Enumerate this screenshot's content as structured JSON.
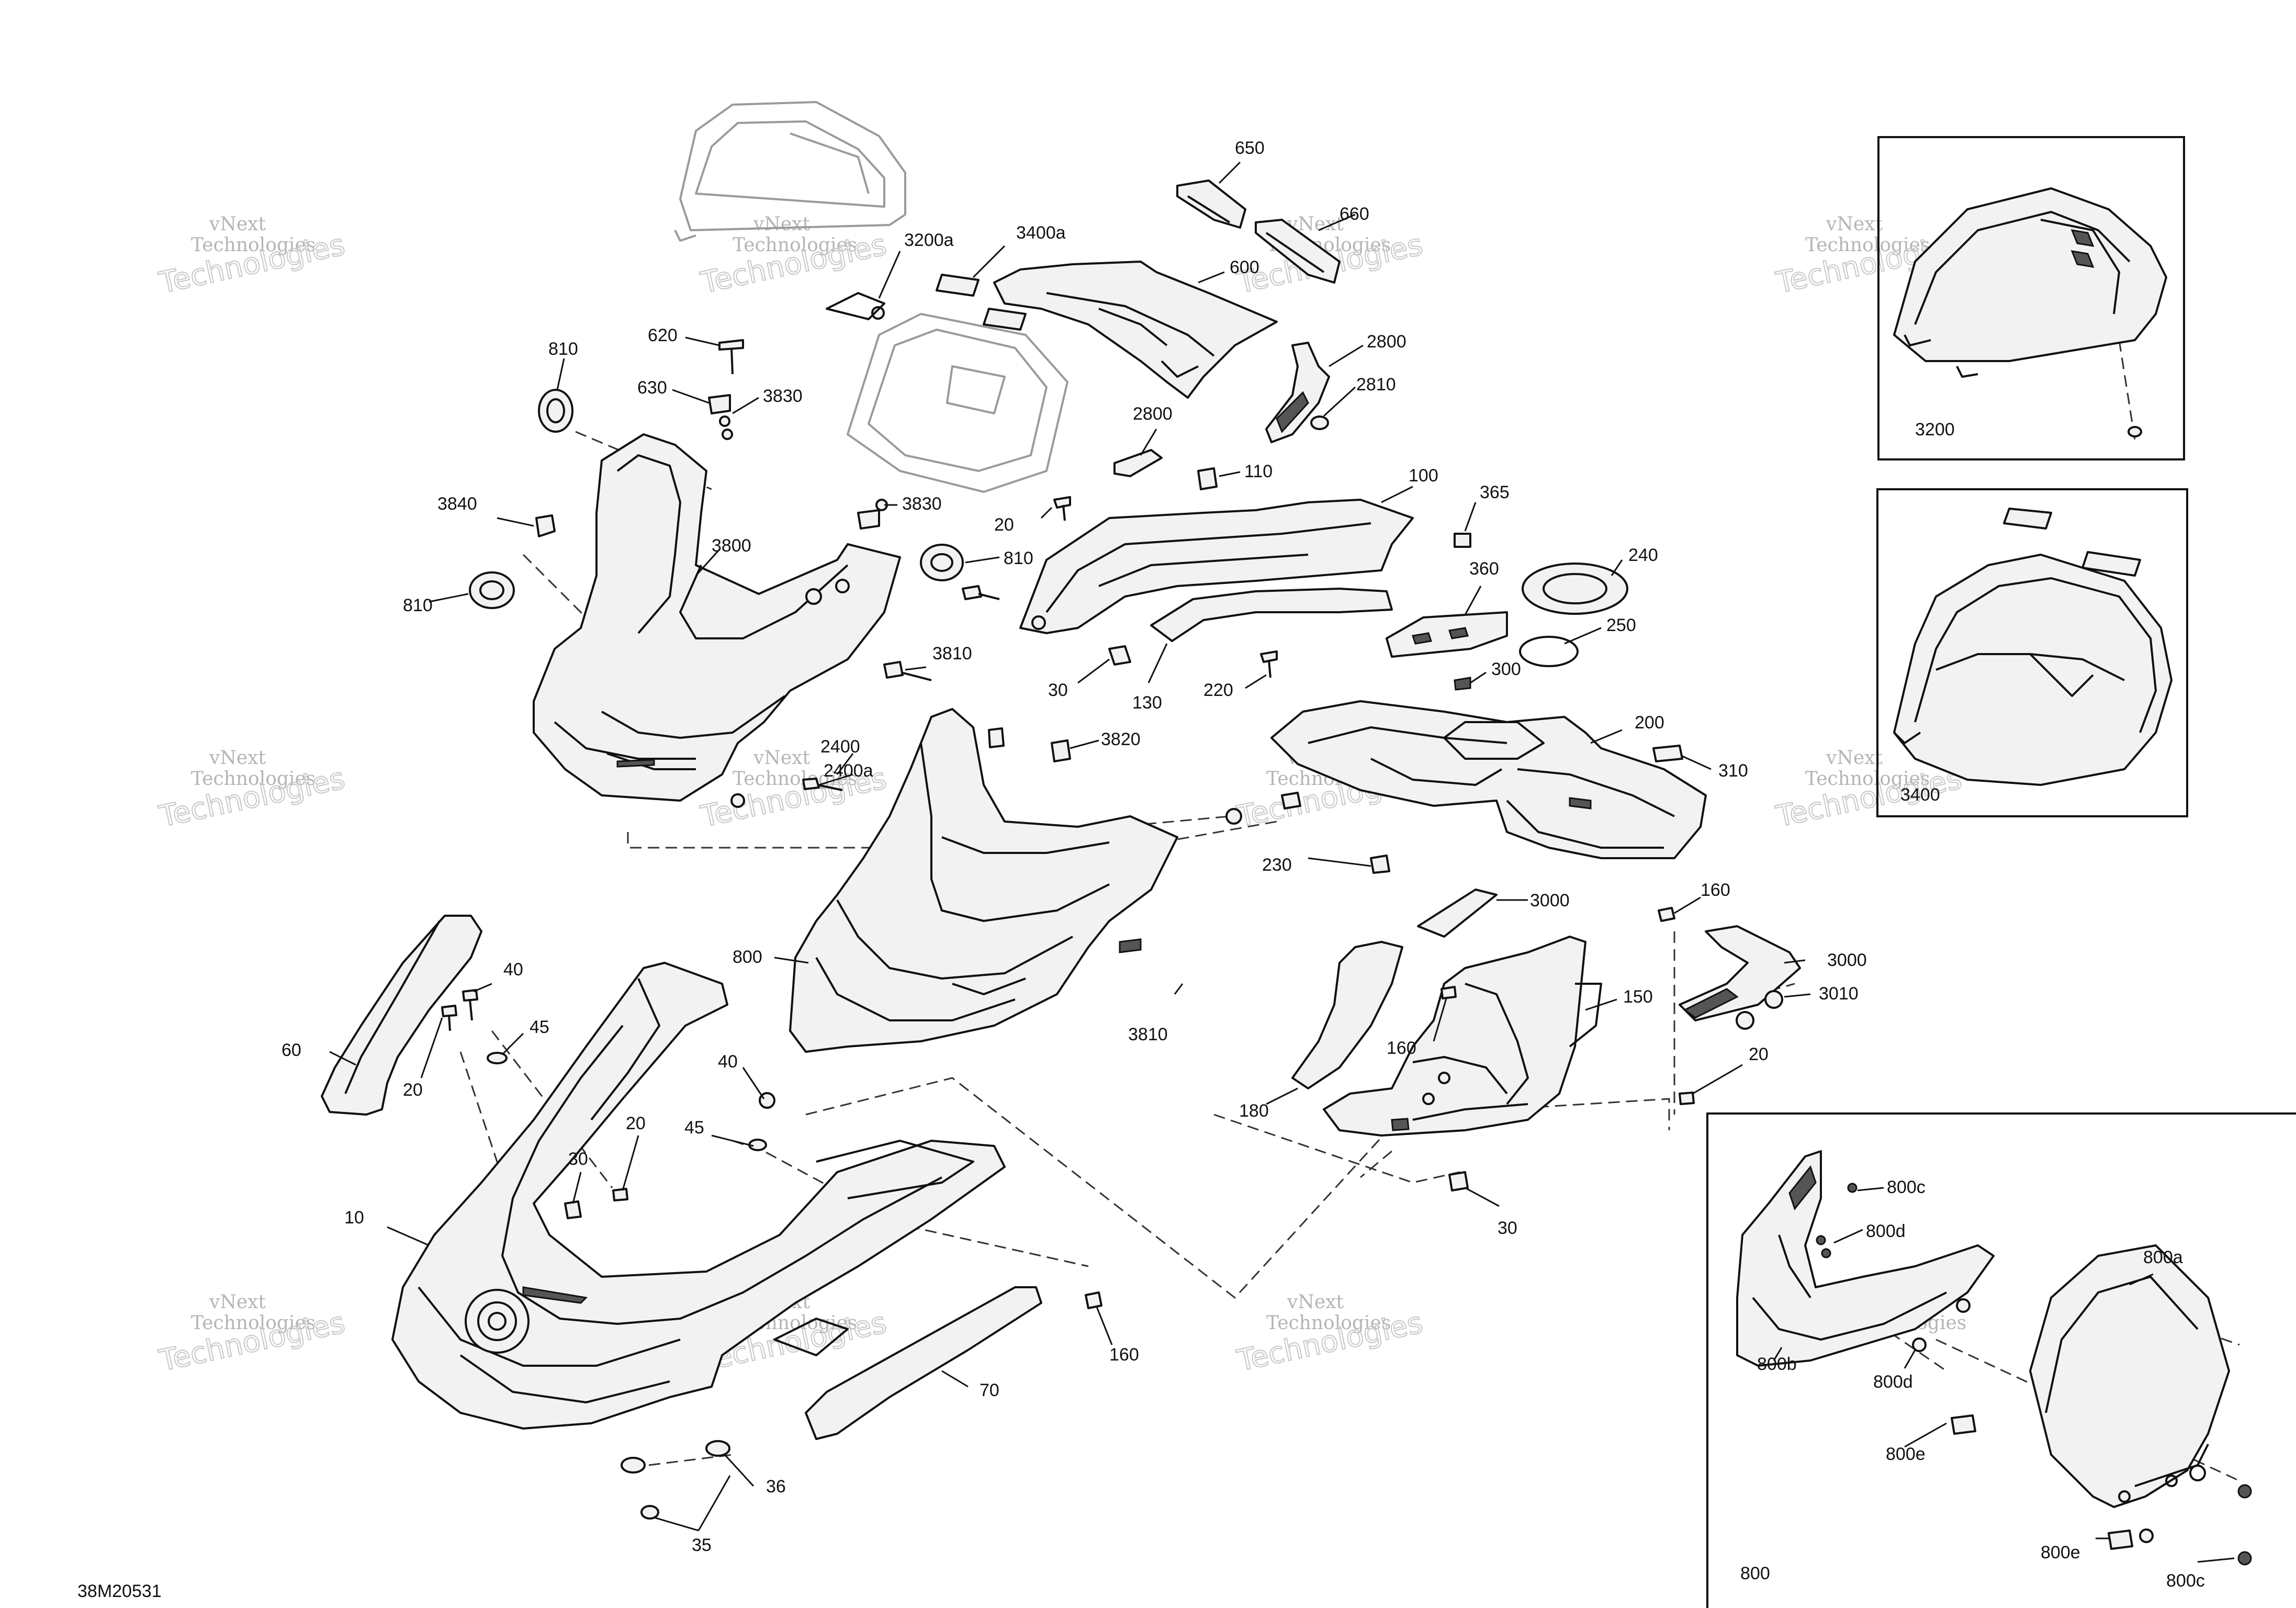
{
  "diagram_code": "38M20531",
  "watermark": {
    "line1": "vNext",
    "line2": "Technologies",
    "line3": "Technologies"
  },
  "labels": {
    "l650": "650",
    "l660": "660",
    "l3200a": "3200a",
    "l3400a": "3400a",
    "l600": "600",
    "l2800a": "2800",
    "l2810": "2810",
    "l810a": "810",
    "l620": "620",
    "l630": "630",
    "l3830a": "3830",
    "l2800b": "2800",
    "l110": "110",
    "l100": "100",
    "l365": "365",
    "l3840": "3840",
    "l3800": "3800",
    "l3830b": "3830",
    "l20a": "20",
    "l810b": "810",
    "l360": "360",
    "l240": "240",
    "l810c": "810",
    "l250": "250",
    "l3810a": "3810",
    "l30a": "30",
    "l130": "130",
    "l220": "220",
    "l300": "300",
    "l200": "200",
    "l310": "310",
    "l2400": "2400",
    "l2400a": "2400a",
    "l3820": "3820",
    "l230": "230",
    "l40a": "40",
    "l3000a": "3000",
    "l160a": "160",
    "l800": "800",
    "l3000b": "3000",
    "l3010": "3010",
    "l45a": "45",
    "l150": "150",
    "l60": "60",
    "l20b": "20",
    "l3810b": "3810",
    "l160b": "160",
    "l20c": "20",
    "l40b": "40",
    "l180": "180",
    "l45b": "45",
    "l20d": "20",
    "l30b": "30",
    "l10": "10",
    "l30c": "30",
    "l160c": "160",
    "l70": "70",
    "l36": "36",
    "l35": "35",
    "l3200": "3200",
    "l3400": "3400",
    "l800c_a": "800c",
    "l800d_a": "800d",
    "l800a": "800a",
    "l800b": "800b",
    "l800d_b": "800d",
    "l800e_a": "800e",
    "l800e_b": "800e",
    "l800c_b": "800c",
    "l800_inset": "800"
  }
}
